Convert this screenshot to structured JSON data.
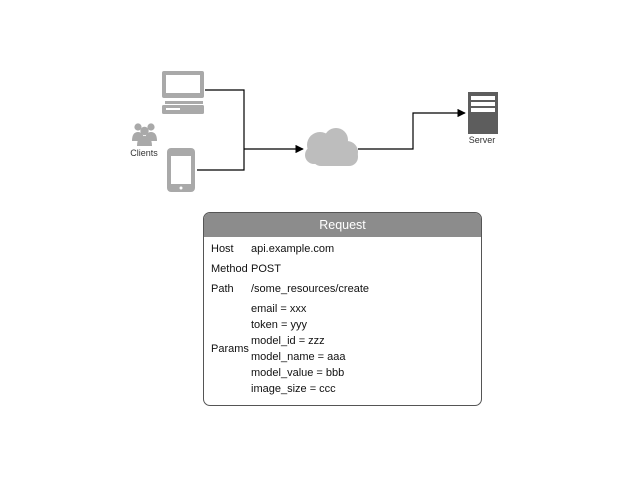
{
  "diagram": {
    "clients_label": "Clients",
    "server_label": "Server"
  },
  "request": {
    "title": "Request",
    "host": {
      "key": "Host",
      "value": "api.example.com"
    },
    "method": {
      "key": "Method",
      "value": "POST"
    },
    "path": {
      "key": "Path",
      "value": "/some_resources/create"
    },
    "params": {
      "key": "Params",
      "items": [
        "email = xxx",
        "token = yyy",
        "model_id = zzz",
        "model_name = aaa",
        "model_value = bbb",
        "image_size = ccc"
      ]
    }
  },
  "colors": {
    "icon_gray": "#a9a9a9",
    "server_dark": "#5d5d5d",
    "header_gray": "#8c8c8c",
    "line": "#000000"
  }
}
